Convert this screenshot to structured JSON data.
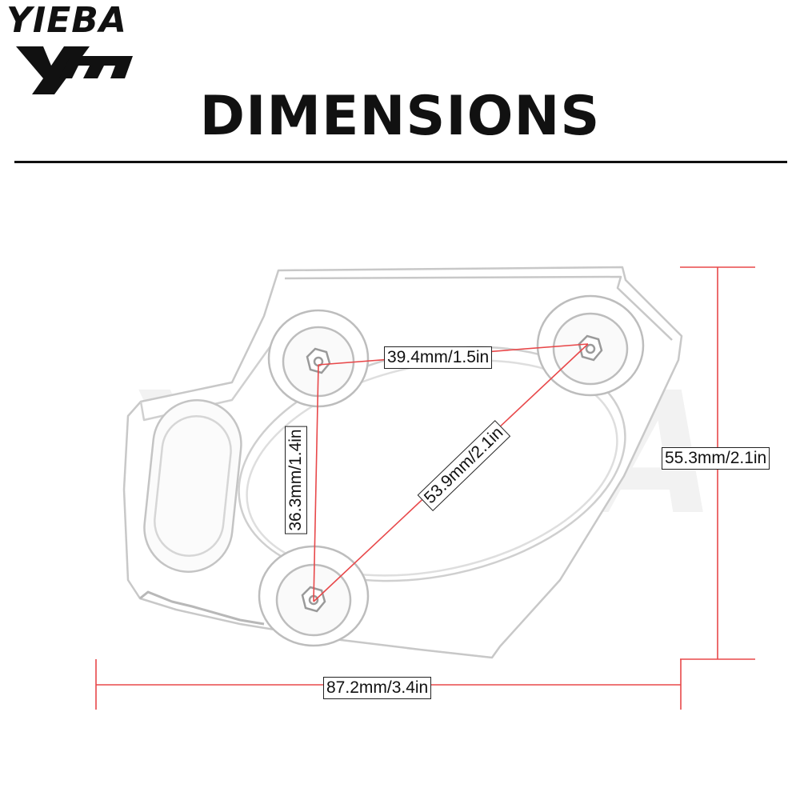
{
  "brand": {
    "name": "YIEBA",
    "monogram": "ym"
  },
  "title": "DIMENSIONS",
  "watermark": "YIEBA",
  "colors": {
    "dimension_line": "#e8484a",
    "outline": "#c9c9c9",
    "text": "#111111"
  },
  "dimensions": {
    "hole_top_spacing": "39.4mm/1.5in",
    "hole_vertical_spacing": "36.3mm/1.4in",
    "hole_diagonal_spacing": "53.9mm/2.1in",
    "overall_height": "55.3mm/2.1in",
    "overall_width": "87.2mm/3.4in"
  }
}
